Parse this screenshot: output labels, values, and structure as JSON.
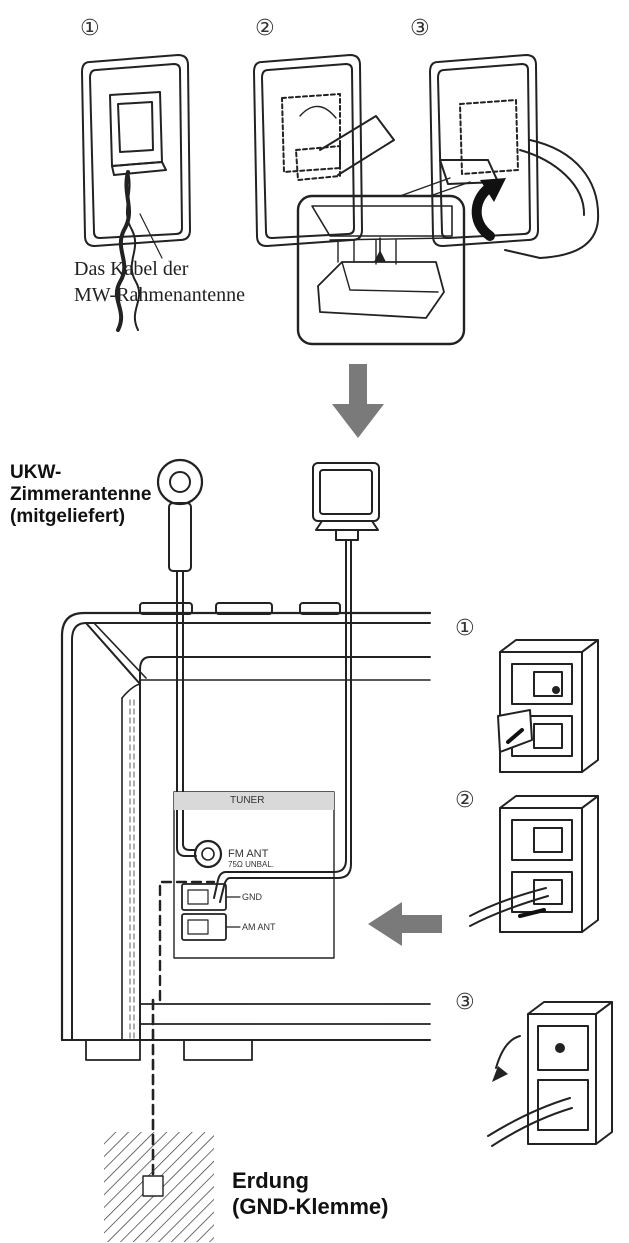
{
  "loop_assembly": {
    "steps": [
      "①",
      "②",
      "③"
    ],
    "cable_label_line1": "Das Kabel der",
    "cable_label_line2": "MW-Rahmenantenne"
  },
  "fm_antenna": {
    "label_line1": "UKW-",
    "label_line2": "Zimmerantenne",
    "label_line3": "(mitgeliefert)"
  },
  "panel": {
    "section_title": "TUNER",
    "fm_jack_label": "FM ANT",
    "fm_jack_sub": "75Ω UNBAL.",
    "gnd_label": "GND",
    "am_label": "AM ANT"
  },
  "connect_steps": [
    "①",
    "②",
    "③"
  ],
  "ground": {
    "label_line1": "Erdung",
    "label_line2": "(GND-Klemme)"
  },
  "colors": {
    "line": "#222222",
    "arrow_gray": "#7a7a7a",
    "panel_gray": "#d9d9d9"
  }
}
